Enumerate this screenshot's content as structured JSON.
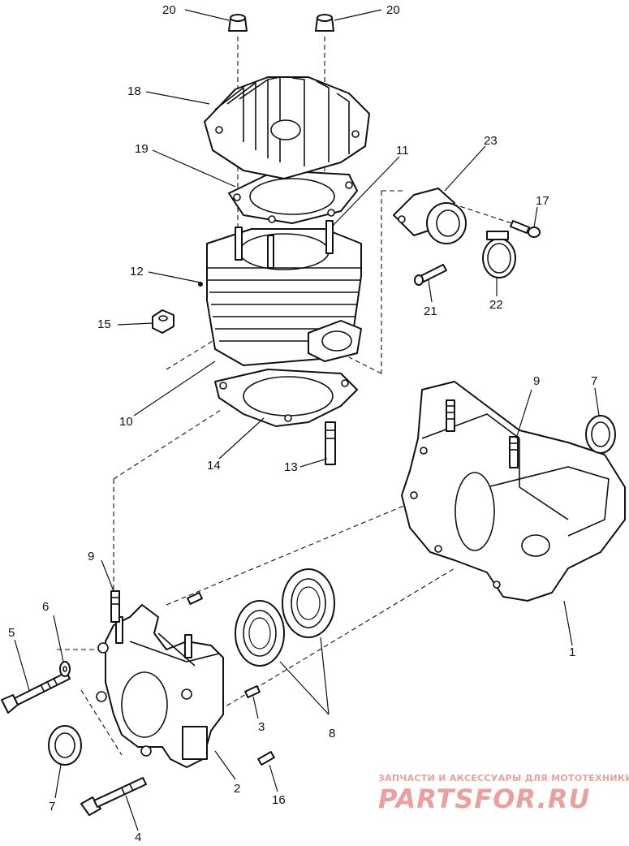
{
  "callouts": {
    "c20a": "20",
    "c20b": "20",
    "c18": "18",
    "c19": "19",
    "c11": "11",
    "c23": "23",
    "c17": "17",
    "c12": "12",
    "c15": "15",
    "c21": "21",
    "c22": "22",
    "c10": "10",
    "c14": "14",
    "c13": "13",
    "c9a": "9",
    "c7a": "7",
    "c9b": "9",
    "c6": "6",
    "c5": "5",
    "c1": "1",
    "c3": "3",
    "c8": "8",
    "c2": "2",
    "c16": "16",
    "c7b": "7",
    "c4": "4"
  },
  "watermark": {
    "line1": "ЗАПЧАСТИ И АКСЕССУАРЫ ДЛЯ МОТОТЕХНИКИ",
    "brand": "PARTSFOR.RU"
  },
  "colors": {
    "ink": "#111111",
    "watermark": "#d9534f",
    "paper": "#ffffff"
  }
}
